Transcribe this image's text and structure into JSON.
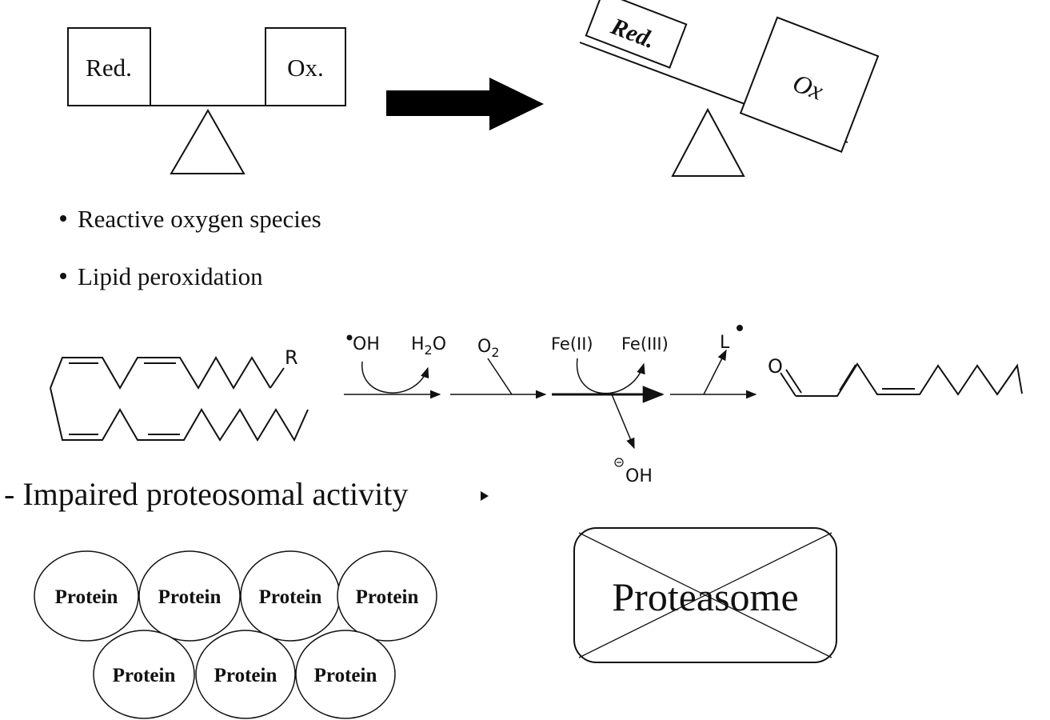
{
  "balance_left": {
    "reduced_label": "Red.",
    "oxidized_label": "Ox."
  },
  "balance_right": {
    "reduced_label": "Red.",
    "oxidized_label": "Ox"
  },
  "bullets": [
    "Reactive oxygen species",
    "Lipid peroxidation"
  ],
  "reaction": {
    "fatty_acid_r": "R",
    "step1_reactant_label": "OH",
    "step1_product_label": "H",
    "step1_product_sub": "2",
    "step1_product_tail": "O",
    "step2_label": "O",
    "step2_sub": "2",
    "step3_reactant_label": "Fe(II)",
    "step3_product_label": "Fe(III)",
    "step3_release_label": "OH",
    "step4_label": "L",
    "aldehyde_o_label": "O"
  },
  "impaired_text": "- Impaired proteosomal activity",
  "proteins": [
    "Protein",
    "Protein",
    "Protein",
    "Protein",
    "Protein",
    "Protein",
    "Protein"
  ],
  "proteasome_label": "Proteasome"
}
